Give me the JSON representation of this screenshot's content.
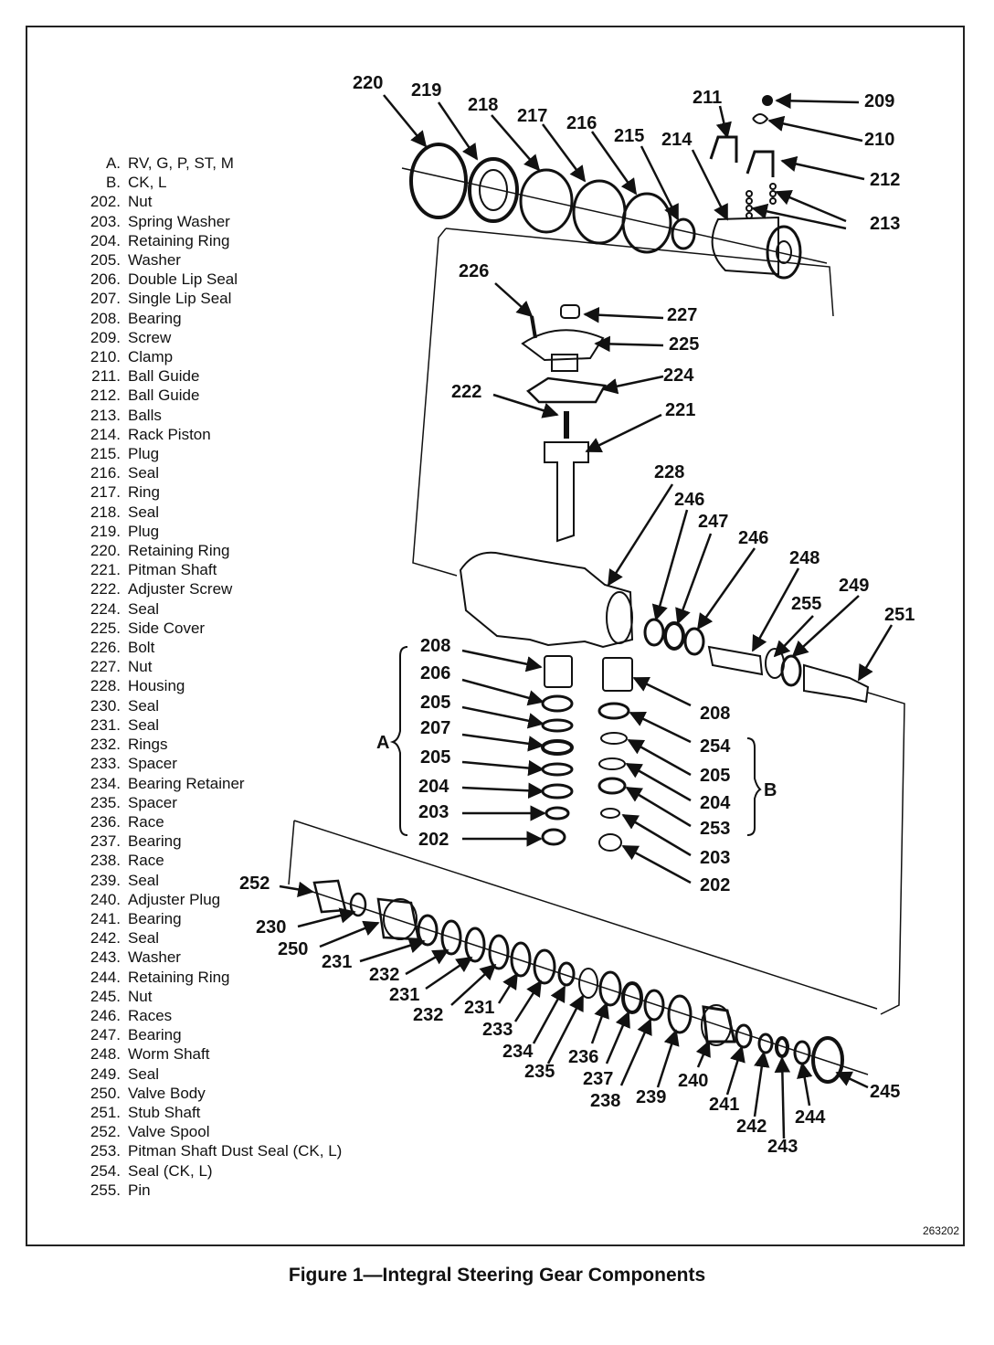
{
  "legend": [
    {
      "key": "A.",
      "text": "RV, G, P, ST, M"
    },
    {
      "key": "B.",
      "text": "CK, L"
    },
    {
      "key": "202.",
      "text": "Nut"
    },
    {
      "key": "203.",
      "text": "Spring Washer"
    },
    {
      "key": "204.",
      "text": "Retaining Ring"
    },
    {
      "key": "205.",
      "text": "Washer"
    },
    {
      "key": "206.",
      "text": "Double Lip Seal"
    },
    {
      "key": "207.",
      "text": "Single Lip Seal"
    },
    {
      "key": "208.",
      "text": "Bearing"
    },
    {
      "key": "209.",
      "text": "Screw"
    },
    {
      "key": "210.",
      "text": "Clamp"
    },
    {
      "key": "211.",
      "text": "Ball Guide"
    },
    {
      "key": "212.",
      "text": "Ball Guide"
    },
    {
      "key": "213.",
      "text": "Balls"
    },
    {
      "key": "214.",
      "text": "Rack Piston"
    },
    {
      "key": "215.",
      "text": "Plug"
    },
    {
      "key": "216.",
      "text": "Seal"
    },
    {
      "key": "217.",
      "text": "Ring"
    },
    {
      "key": "218.",
      "text": "Seal"
    },
    {
      "key": "219.",
      "text": "Plug"
    },
    {
      "key": "220.",
      "text": "Retaining Ring"
    },
    {
      "key": "221.",
      "text": "Pitman Shaft"
    },
    {
      "key": "222.",
      "text": "Adjuster Screw"
    },
    {
      "key": "224.",
      "text": "Seal"
    },
    {
      "key": "225.",
      "text": "Side Cover"
    },
    {
      "key": "226.",
      "text": "Bolt"
    },
    {
      "key": "227.",
      "text": "Nut"
    },
    {
      "key": "228.",
      "text": "Housing"
    },
    {
      "key": "230.",
      "text": "Seal"
    },
    {
      "key": "231.",
      "text": "Seal"
    },
    {
      "key": "232.",
      "text": "Rings"
    },
    {
      "key": "233.",
      "text": "Spacer"
    },
    {
      "key": "234.",
      "text": "Bearing Retainer"
    },
    {
      "key": "235.",
      "text": "Spacer"
    },
    {
      "key": "236.",
      "text": "Race"
    },
    {
      "key": "237.",
      "text": "Bearing"
    },
    {
      "key": "238.",
      "text": "Race"
    },
    {
      "key": "239.",
      "text": "Seal"
    },
    {
      "key": "240.",
      "text": "Adjuster Plug"
    },
    {
      "key": "241.",
      "text": "Bearing"
    },
    {
      "key": "242.",
      "text": "Seal"
    },
    {
      "key": "243.",
      "text": "Washer"
    },
    {
      "key": "244.",
      "text": "Retaining Ring"
    },
    {
      "key": "245.",
      "text": "Nut"
    },
    {
      "key": "246.",
      "text": "Races"
    },
    {
      "key": "247.",
      "text": "Bearing"
    },
    {
      "key": "248.",
      "text": "Worm Shaft"
    },
    {
      "key": "249.",
      "text": "Seal"
    },
    {
      "key": "250.",
      "text": "Valve Body"
    },
    {
      "key": "251.",
      "text": "Stub Shaft"
    },
    {
      "key": "252.",
      "text": "Valve Spool"
    },
    {
      "key": "253.",
      "text": "Pitman Shaft Dust Seal (CK, L)"
    },
    {
      "key": "254.",
      "text": "Seal (CK, L)"
    },
    {
      "key": "255.",
      "text": "Pin"
    }
  ],
  "callouts": {
    "c220": "220",
    "c219": "219",
    "c218": "218",
    "c217": "217",
    "c216": "216",
    "c215": "215",
    "c214": "214",
    "c211": "211",
    "c209": "209",
    "c210": "210",
    "c212": "212",
    "c213": "213",
    "c226": "226",
    "c227": "227",
    "c225": "225",
    "c224": "224",
    "c222": "222",
    "c221": "221",
    "c228": "228",
    "c246a": "246",
    "c247": "247",
    "c246b": "246",
    "c248": "248",
    "c249": "249",
    "c255": "255",
    "c251": "251",
    "l208": "208",
    "l206": "206",
    "l205a": "205",
    "l207": "207",
    "l205b": "205",
    "l204": "204",
    "l203": "203",
    "l202": "202",
    "r208": "208",
    "r254": "254",
    "r205": "205",
    "r204": "204",
    "r253": "253",
    "r203": "203",
    "r202": "202",
    "groupA": "A",
    "groupB": "B",
    "c252": "252",
    "c230": "230",
    "c250": "250",
    "c231a": "231",
    "c232a": "232",
    "c231b": "231",
    "c232b": "232",
    "c231c": "231",
    "c233": "233",
    "c234": "234",
    "c235": "235",
    "c236": "236",
    "c237": "237",
    "c238": "238",
    "c239": "239",
    "c240": "240",
    "c241": "241",
    "c242": "242",
    "c243": "243",
    "c244": "244",
    "c245": "245"
  },
  "figure_code": "263202",
  "caption": "Figure 1—Integral Steering Gear Components"
}
